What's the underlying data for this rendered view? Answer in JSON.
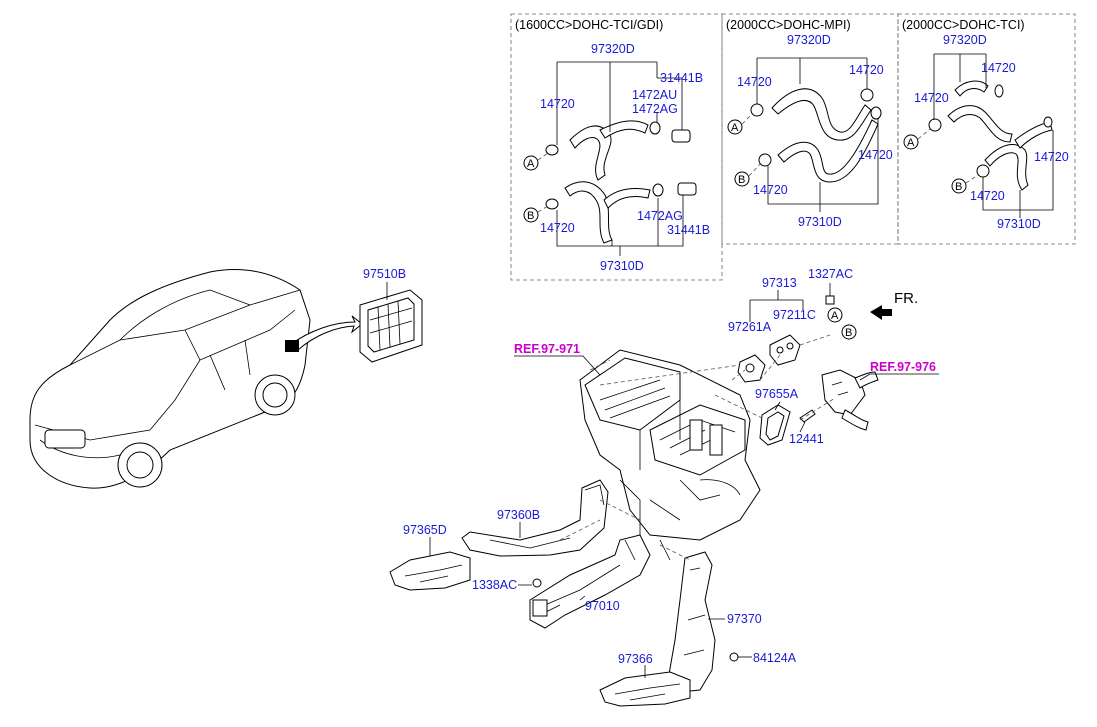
{
  "variants": [
    {
      "header": "(1600CC>DOHC-TCI/GDI)"
    },
    {
      "header": "(2000CC>DOHC-MPI)"
    },
    {
      "header": "(2000CC>DOHC-TCI)"
    }
  ],
  "labels": {
    "v1_97320D": "97320D",
    "v1_14720_a": "14720",
    "v1_31441B_a": "31441B",
    "v1_1472AU": "1472AU",
    "v1_1472AG_a": "1472AG",
    "v1_1472AG_b": "1472AG",
    "v1_14720_b": "14720",
    "v1_31441B_b": "31441B",
    "v1_97310D": "97310D",
    "v2_97320D": "97320D",
    "v2_14720_a": "14720",
    "v2_14720_b": "14720",
    "v2_14720_c": "14720",
    "v2_14720_d": "14720",
    "v2_97310D": "97310D",
    "v3_97320D": "97320D",
    "v3_14720_a": "14720",
    "v3_14720_b": "14720",
    "v3_14720_c": "14720",
    "v3_14720_d": "14720",
    "v3_97310D": "97310D",
    "p_97510B": "97510B",
    "p_97313": "97313",
    "p_1327AC": "1327AC",
    "p_97211C": "97211C",
    "p_97261A": "97261A",
    "p_97655A": "97655A",
    "p_12441": "12441",
    "p_97360B": "97360B",
    "p_97365D": "97365D",
    "p_1338AC": "1338AC",
    "p_97010": "97010",
    "p_97370": "97370",
    "p_97366": "97366",
    "p_84124A": "84124A",
    "ref_1": "REF.97-971",
    "ref_2": "REF.97-976",
    "fr": "FR."
  },
  "circle_markers": {
    "a": "A",
    "b": "B"
  },
  "colors": {
    "part_number": "#1a1ad6",
    "reference": "#cc00cc",
    "line": "#000000"
  }
}
